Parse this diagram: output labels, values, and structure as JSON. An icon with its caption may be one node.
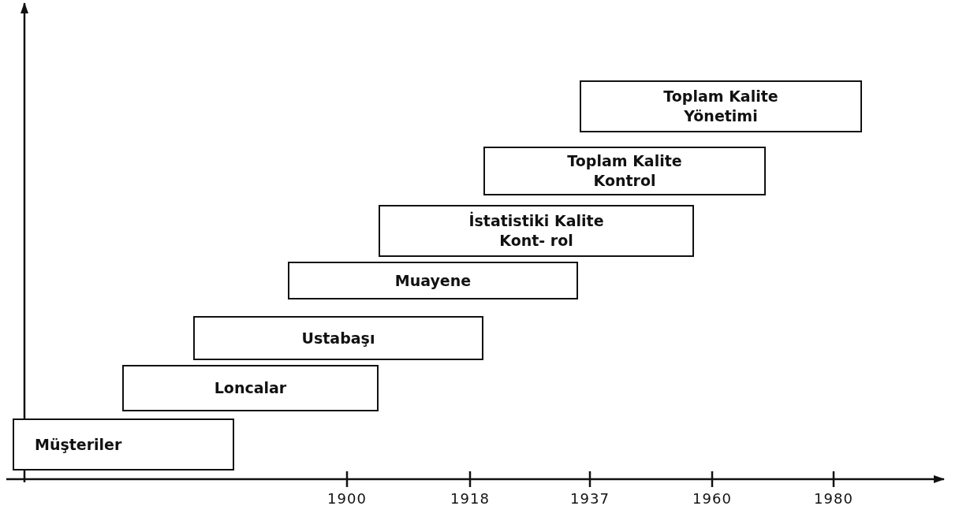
{
  "diagram": {
    "nodes": [
      {
        "text": [
          "Müşteriler"
        ]
      },
      {
        "text": [
          "Loncalar"
        ]
      },
      {
        "text": [
          "Ustabaşı"
        ]
      },
      {
        "text": [
          "Muayene"
        ]
      },
      {
        "text": [
          "İstatistiki Kalite Kont- rol"
        ]
      },
      {
        "text": [
          "Toplam Kalite Kontrol"
        ]
      },
      {
        "text": [
          "Toplam Kalite Yönetimi"
        ]
      }
    ],
    "labels": [
      "1900",
      "1918",
      "1937",
      "1960",
      "1980"
    ]
  }
}
